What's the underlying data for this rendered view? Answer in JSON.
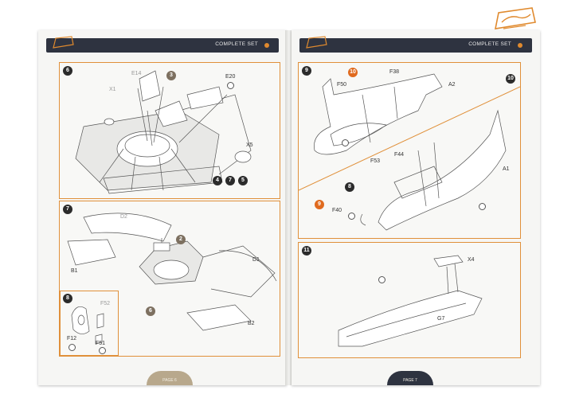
{
  "header_bar_label": "COMPLETE SET",
  "brand_colors": {
    "accent": "#e08a2e",
    "banner": "#2e3340",
    "frame": "#e0903a"
  },
  "left_page": {
    "page_label": "PAGE 6",
    "steps": [
      {
        "number": "6",
        "parts": [
          "E20",
          "E14",
          "X1",
          "X5"
        ],
        "callouts": [
          "3",
          "4",
          "7",
          "5"
        ]
      },
      {
        "number": "7",
        "parts": [
          "D2",
          "B1",
          "D1",
          "B2"
        ],
        "callouts": [
          "2",
          "6"
        ]
      },
      {
        "number": "8",
        "parts": [
          "F52",
          "F12",
          "F51"
        ]
      }
    ]
  },
  "right_page": {
    "page_label": "PAGE 7",
    "steps": [
      {
        "number": "9",
        "parts": [
          "F38",
          "F50",
          "A2"
        ],
        "callouts": [
          "10"
        ]
      },
      {
        "number": "10",
        "parts": [
          "F44",
          "F53",
          "F40",
          "A1"
        ],
        "callouts": [
          "8",
          "9"
        ]
      },
      {
        "number": "11",
        "parts": [
          "X4",
          "G7"
        ]
      }
    ]
  }
}
